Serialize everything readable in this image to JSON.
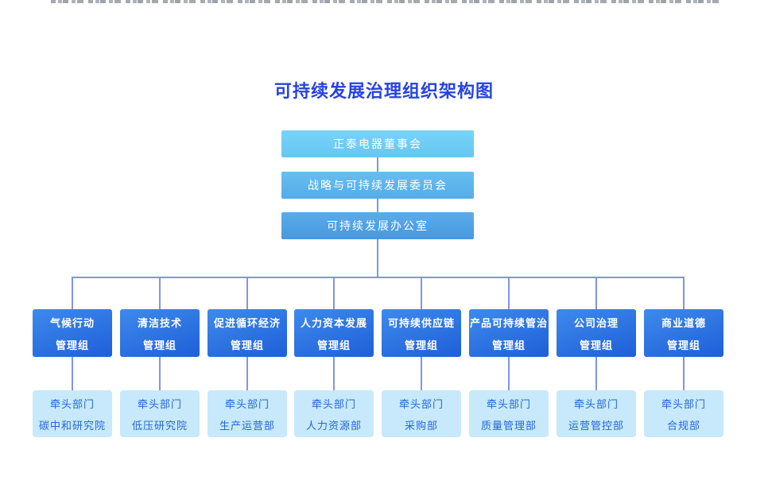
{
  "title": "可持续发展治理组织架构图",
  "hierarchy": {
    "level1": "正泰电器董事会",
    "level2": "战略与可持续发展委员会",
    "level3": "可持续发展办公室"
  },
  "columns": [
    {
      "group": {
        "line1": "气候行动",
        "line2": "管理组"
      },
      "dept": {
        "line1": "牵头部门",
        "line2": "碳中和研究院"
      }
    },
    {
      "group": {
        "line1": "清洁技术",
        "line2": "管理组"
      },
      "dept": {
        "line1": "牵头部门",
        "line2": "低压研究院"
      }
    },
    {
      "group": {
        "line1": "促进循环经济",
        "line2": "管理组"
      },
      "dept": {
        "line1": "牵头部门",
        "line2": "生产运营部"
      }
    },
    {
      "group": {
        "line1": "人力资本发展",
        "line2": "管理组"
      },
      "dept": {
        "line1": "牵头部门",
        "line2": "人力资源部"
      }
    },
    {
      "group": {
        "line1": "可持续供应链",
        "line2": "管理组"
      },
      "dept": {
        "line1": "牵头部门",
        "line2": "采购部"
      }
    },
    {
      "group": {
        "line1": "产品可持续管治",
        "line2": "管理组"
      },
      "dept": {
        "line1": "牵头部门",
        "line2": "质量管理部"
      }
    },
    {
      "group": {
        "line1": "公司治理",
        "line2": "管理组"
      },
      "dept": {
        "line1": "牵头部门",
        "line2": "运营管控部"
      }
    },
    {
      "group": {
        "line1": "商业道德",
        "line2": "管理组"
      },
      "dept": {
        "line1": "牵头部门",
        "line2": "合规部"
      }
    }
  ],
  "colors": {
    "title": "#2843E0",
    "level1_box": "#6FCDF5",
    "level2_box": "#5FB5EB",
    "level3_box": "#4FA0E3",
    "group_box_start": "#3E8AEC",
    "group_box_end": "#1E5FD8",
    "dept_box": "#C7E9FB",
    "dept_text": "#2667D6",
    "connector": "#8095E3"
  }
}
